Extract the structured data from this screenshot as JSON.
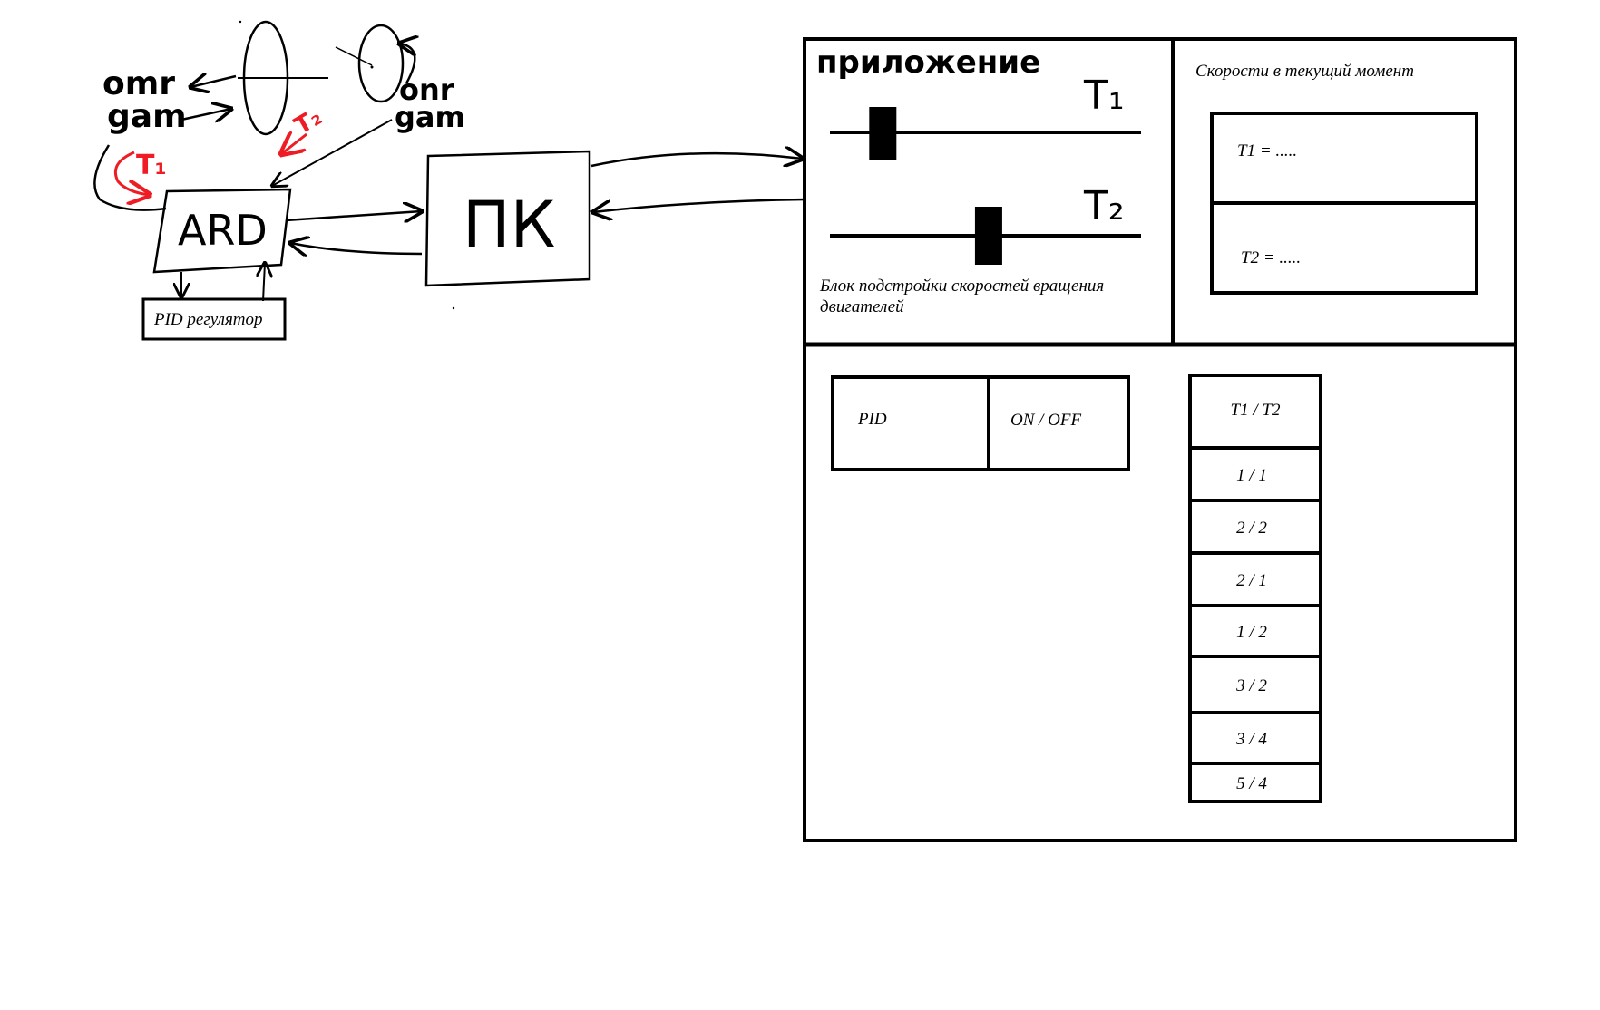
{
  "sketch": {
    "sensor_left_label": "omr",
    "sensor_left_label2": "gam",
    "sensor_right_label": "onr",
    "sensor_right_label2": "gam",
    "t1_red": "T₁",
    "t2_red": "T₂",
    "ard_label": "ARD",
    "pc_label": "ПК",
    "pid_box_label": "PID регулятор",
    "red_color": "#ee1c24"
  },
  "app": {
    "title": "приложение",
    "slider1_label": "T₁",
    "slider2_label": "T₂",
    "slider1_value": 0.17,
    "slider2_value": 0.51,
    "tuning_caption_line1": "Блок подстройки скоростей вращения",
    "tuning_caption_line2": "двигателей",
    "speeds_title": "Скорости в текущий момент",
    "t1_readout": "T1 = .....",
    "t2_readout": "T2 = .....",
    "pid_label": "PID",
    "onoff_label": "ON / OFF",
    "ratio_header": "T1 / T2",
    "ratios": [
      "1 / 1",
      "2 / 2",
      "2 / 1",
      "1 / 2",
      "3 / 2",
      "3 / 4",
      "5 / 4"
    ]
  }
}
